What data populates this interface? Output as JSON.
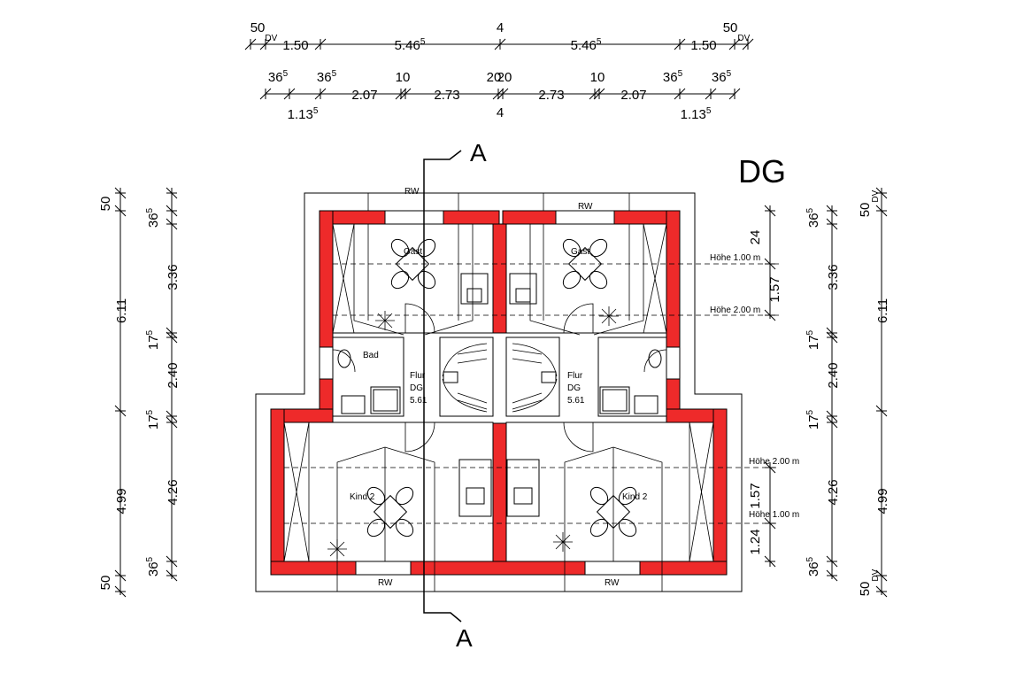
{
  "floor_label": "DG",
  "section_label": "A",
  "top_dims_row1": [
    {
      "v": "50",
      "s": "",
      "sub": "DV"
    },
    {
      "v": "1.50",
      "s": ""
    },
    {
      "v": "5.46",
      "s": "5"
    },
    {
      "v": "4",
      "s": ""
    },
    {
      "v": "5.46",
      "s": "5"
    },
    {
      "v": "1.50",
      "s": ""
    },
    {
      "v": "50",
      "s": "",
      "sub": "DV"
    }
  ],
  "top_dims_row2": [
    {
      "v": "36",
      "s": "5"
    },
    {
      "v": "36",
      "s": "5"
    },
    {
      "v": "2.07",
      "s": ""
    },
    {
      "v": "10",
      "s": ""
    },
    {
      "v": "2.73",
      "s": ""
    },
    {
      "v": "20",
      "s": ""
    },
    {
      "v": "20",
      "s": ""
    },
    {
      "v": "2.73",
      "s": ""
    },
    {
      "v": "10",
      "s": ""
    },
    {
      "v": "2.07",
      "s": ""
    },
    {
      "v": "36",
      "s": "5"
    },
    {
      "v": "36",
      "s": "5"
    }
  ],
  "top_dims_row2_extra": [
    {
      "v": "1.13",
      "s": "5"
    },
    {
      "v": "4",
      "s": ""
    },
    {
      "v": "1.13",
      "s": "5"
    }
  ],
  "left_dims_outer": [
    {
      "v": "50",
      "s": ""
    },
    {
      "v": "6.11",
      "s": ""
    },
    {
      "v": "4.99",
      "s": ""
    },
    {
      "v": "50",
      "s": ""
    }
  ],
  "left_dims_inner": [
    {
      "v": "36",
      "s": "5"
    },
    {
      "v": "3.36",
      "s": ""
    },
    {
      "v": "17",
      "s": "5"
    },
    {
      "v": "2.40",
      "s": ""
    },
    {
      "v": "17",
      "s": "5"
    },
    {
      "v": "4.26",
      "s": ""
    },
    {
      "v": "36",
      "s": "5"
    }
  ],
  "right_dims_outer": [
    {
      "v": "50",
      "s": "",
      "sub": "DV"
    },
    {
      "v": "6.11",
      "s": ""
    },
    {
      "v": "4.99",
      "s": ""
    },
    {
      "v": "50",
      "s": "",
      "sub": "DV"
    }
  ],
  "right_dims_inner": [
    {
      "v": "36",
      "s": "5"
    },
    {
      "v": "3.36",
      "s": ""
    },
    {
      "v": "17",
      "s": "5"
    },
    {
      "v": "2.40",
      "s": ""
    },
    {
      "v": "17",
      "s": "5"
    },
    {
      "v": "4.26",
      "s": ""
    },
    {
      "v": "36",
      "s": "5"
    }
  ],
  "height_dims": [
    {
      "v": "24",
      "s": ""
    },
    {
      "v": "1.57",
      "s": ""
    },
    {
      "v": "1.57",
      "s": ""
    },
    {
      "v": "1.24",
      "s": ""
    }
  ],
  "height_notes": [
    "Höhe 1.00 m",
    "Höhe 2.00 m",
    "Höhe 2.00 m",
    "Höhe 1.00 m"
  ],
  "rooms": {
    "gast_left": "Gast",
    "gast_right": "Gast",
    "bad": "Bad",
    "flur_left": [
      "Flur",
      "DG",
      "5.61"
    ],
    "flur_right": [
      "Flur",
      "DG",
      "5.61"
    ],
    "kind_left": "Kind 2",
    "kind_right": "Kind 2"
  },
  "rw_labels": [
    "RW",
    "RW",
    "RW",
    "RW"
  ]
}
